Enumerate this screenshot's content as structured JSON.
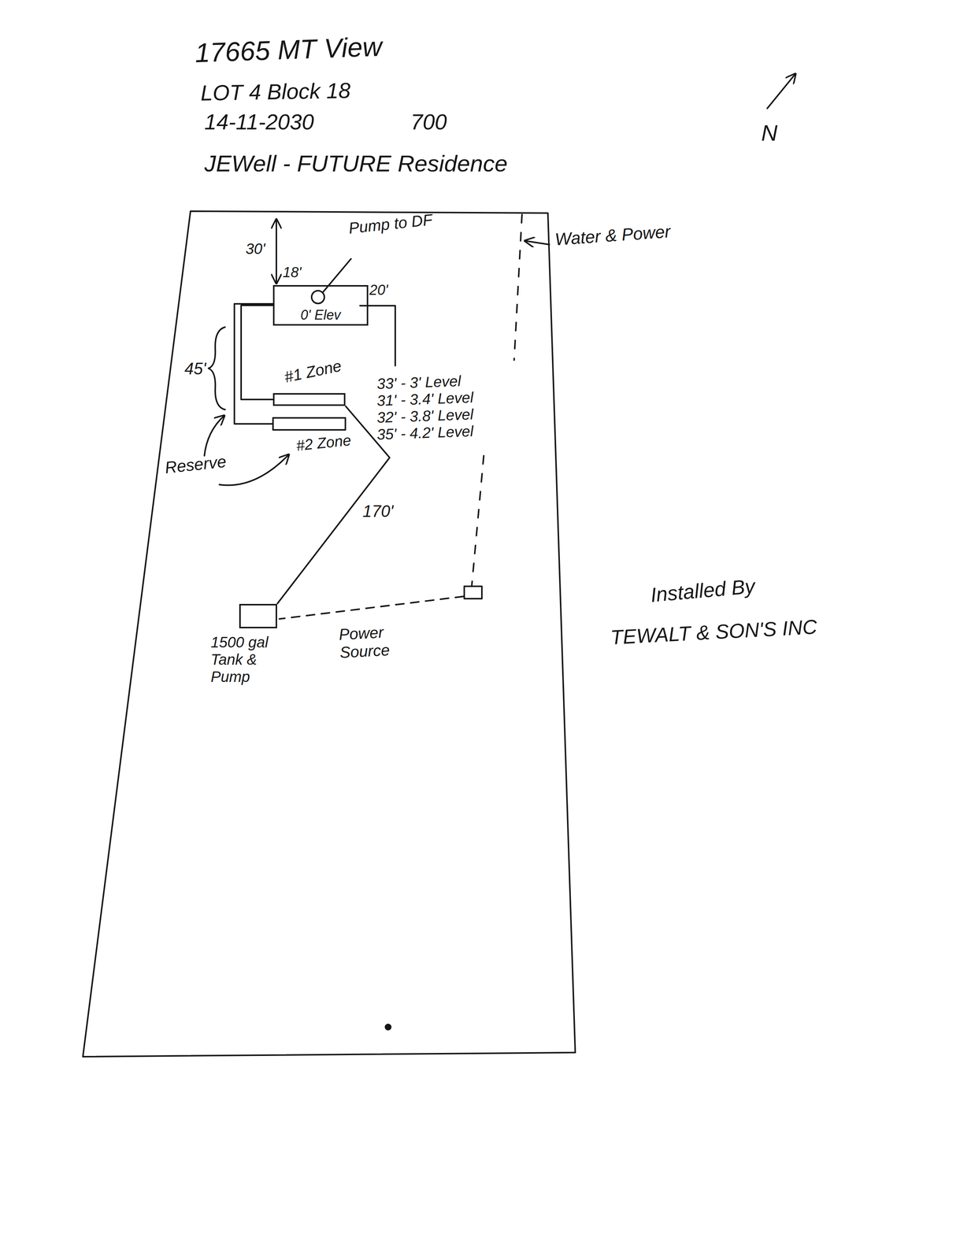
{
  "diagram": {
    "title": "17665 MT View",
    "nodes": [
      {
        "text": [
          "0' Elev"
        ]
      },
      {
        "text": [
          "#1 Zone"
        ]
      },
      {
        "text": [
          "1500 gal Tank & Pump"
        ]
      }
    ],
    "edges": [
      {
        "from": 0,
        "to": 1,
        "arrow": "none"
      },
      {
        "from": 2,
        "to": 1,
        "label": "170'",
        "arrow": "none"
      }
    ],
    "labels": [
      "LOT 4 Block 18",
      "14-11-2030",
      "700",
      "JEWell - FUTURE Residence",
      "N",
      "30'",
      "18'",
      "Pump to DF",
      "20'",
      "Water & Power",
      "45'",
      "33' - 3' Level",
      "31' - 3.4' Level",
      "32' - 3.8' Level",
      "35' - 4.2' Level",
      "Reserve",
      "#2 Zone",
      "Power Source",
      "Installed By",
      "TEWALT & SON'S INC"
    ]
  }
}
